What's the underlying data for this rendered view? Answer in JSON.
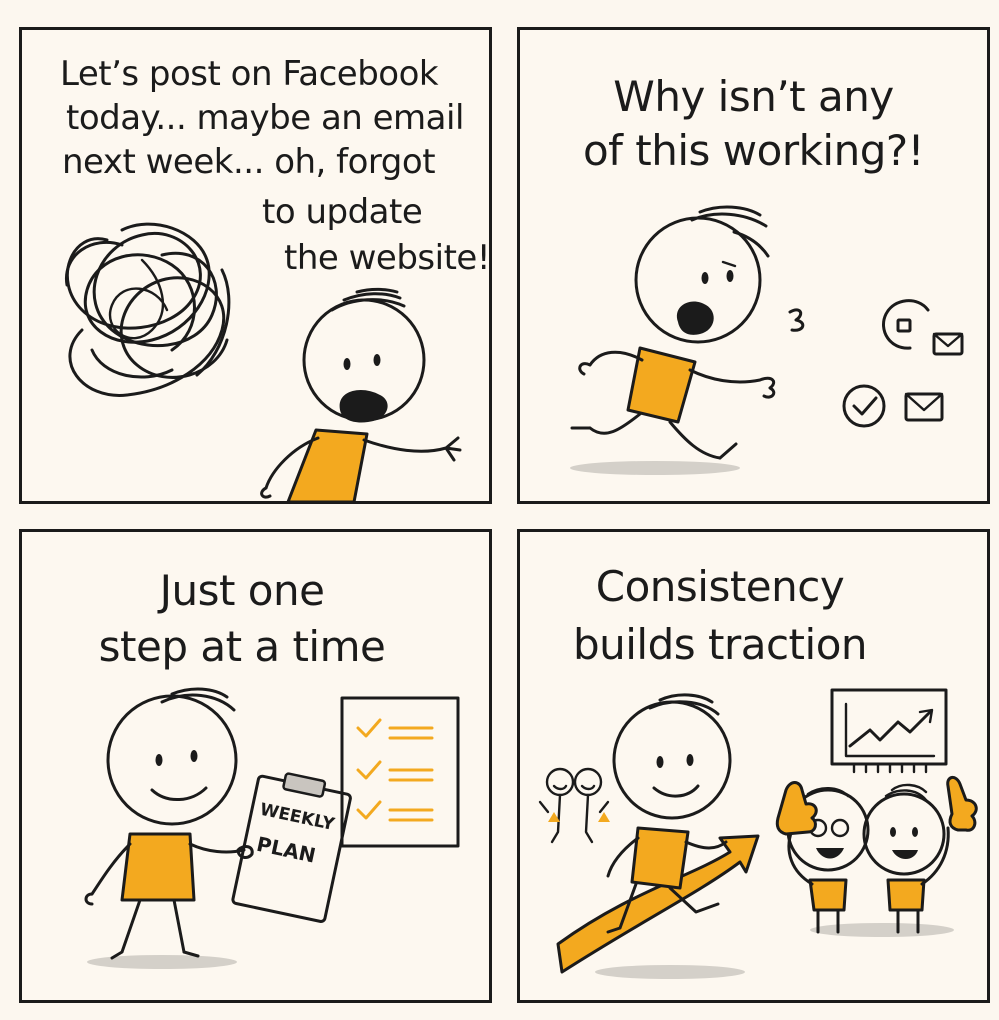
{
  "colors": {
    "background": "#fcf7ef",
    "panel": "#fdf8f0",
    "ink": "#1b1b1b",
    "accent": "#f3a91f",
    "shadow": "#d4d0c9"
  },
  "panels": [
    {
      "caption_lines": [
        "Let’s post on Facebook",
        "today... maybe an email",
        "next week... oh, forgot",
        "to update",
        "the website!"
      ],
      "art": [
        "tangled-scribble",
        "stressed-stick-figure"
      ]
    },
    {
      "caption_lines": [
        "Why isn’t any",
        "of this working?!"
      ],
      "art": [
        "running-stick-figure",
        "scattered-icons"
      ]
    },
    {
      "caption_lines": [
        "Just one",
        "step at a time"
      ],
      "clipboard_lines": [
        "WEEKLY",
        "PLAN"
      ],
      "art": [
        "smiling-stick-figure",
        "clipboard",
        "checklist-board"
      ]
    },
    {
      "caption_lines": [
        "Consistency",
        "builds traction"
      ],
      "art": [
        "rising-arrow",
        "growth-chart-board",
        "cheering-friends"
      ]
    }
  ]
}
